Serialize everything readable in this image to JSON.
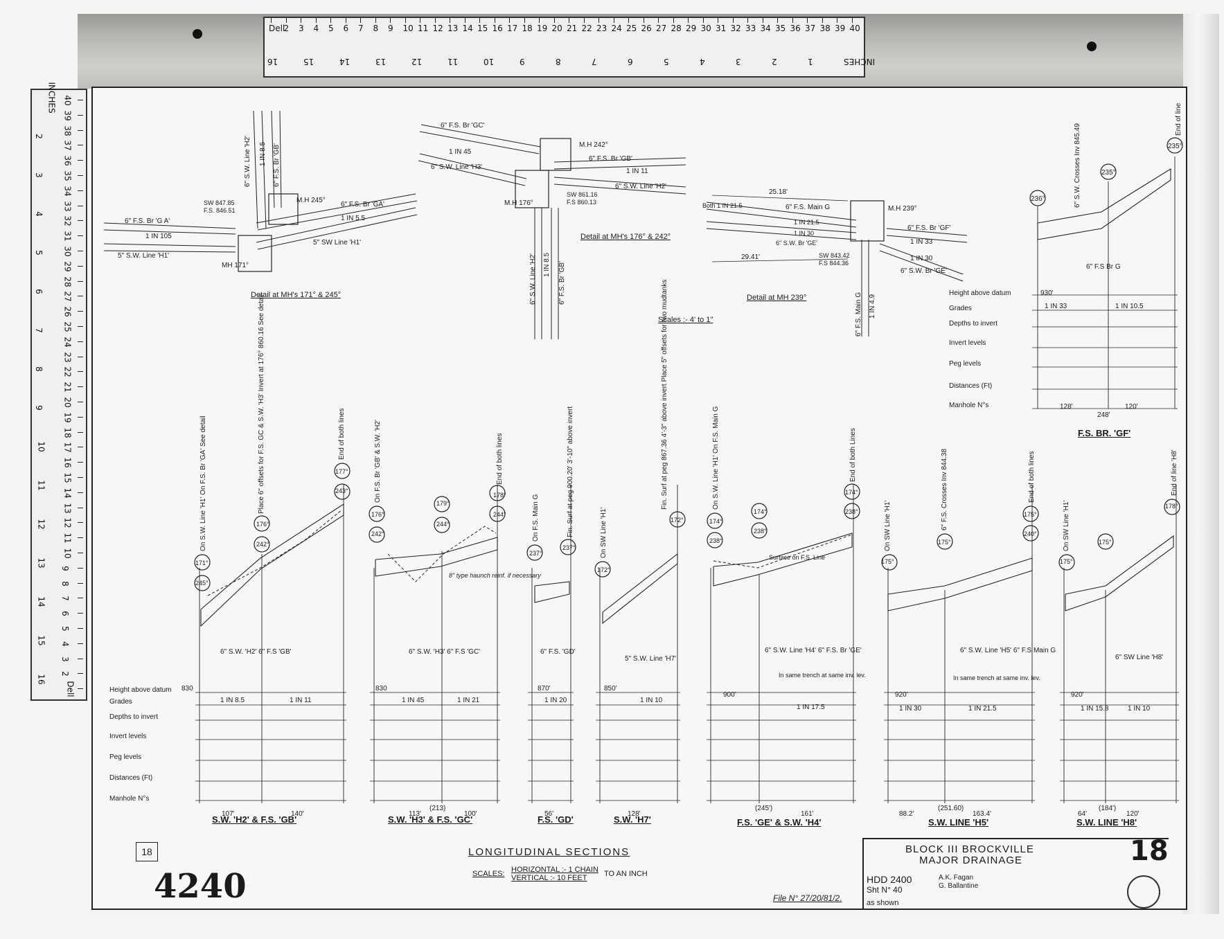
{
  "ruler_top": {
    "upper_ticks": [
      "Dell",
      "2",
      "3",
      "4",
      "5",
      "6",
      "7",
      "8",
      "9",
      "10",
      "11",
      "12",
      "13",
      "14",
      "15",
      "16",
      "17",
      "18",
      "19",
      "20",
      "21",
      "22",
      "23",
      "24",
      "25",
      "26",
      "27",
      "28",
      "29",
      "30",
      "31",
      "32",
      "33",
      "34",
      "35",
      "36",
      "37",
      "38",
      "39",
      "40"
    ],
    "lower_ticks": [
      "16",
      "15",
      "14",
      "13",
      "12",
      "11",
      "10",
      "9",
      "8",
      "7",
      "6",
      "5",
      "4",
      "3",
      "2",
      "1",
      "INCHES"
    ]
  },
  "ruler_left": {
    "cm_ticks": [
      "40",
      "39",
      "38",
      "37",
      "36",
      "35",
      "34",
      "33",
      "32",
      "31",
      "30",
      "29",
      "28",
      "27",
      "26",
      "25",
      "24",
      "23",
      "22",
      "21",
      "20",
      "19",
      "18",
      "17",
      "16",
      "15",
      "14",
      "13",
      "12",
      "11",
      "10",
      "9",
      "8",
      "7",
      "6",
      "5",
      "4",
      "3",
      "2",
      "Dell"
    ],
    "inch_ticks": [
      "INCHES",
      "2",
      "3",
      "4",
      "5",
      "6",
      "7",
      "8",
      "9",
      "10",
      "11",
      "12",
      "13",
      "14",
      "15",
      "16"
    ]
  },
  "details": {
    "d1": {
      "caption": "Detail at MH's 171° & 245°",
      "labels": [
        "6\" F.S. Br 'G A'",
        "1 IN 105",
        "5\" S.W. Line 'H1'",
        "MH 171°",
        "SW 847.85",
        "F.S. 846.51",
        "M.H 245°",
        "6\" F.S. Br 'GA'",
        "1 IN 5.5",
        "5\" SW Line 'H1'"
      ],
      "vlabels": [
        "6\" S.W. Line 'H2'",
        "1 IN 8.5",
        "6\" F.S. Br 'GB'"
      ]
    },
    "d2": {
      "caption": "Detail at MH's 176° & 242°",
      "labels": [
        "6\" F.S. Br 'GC'",
        "1 IN 45",
        "6\" S.W. Line 'H3'",
        "M.H 242°",
        "6\" F.S. Br 'GB'",
        "1 IN 11",
        "6\" S.W. Line 'H2'",
        "SW 861.16",
        "F.S 860.13",
        "M.H 176°"
      ],
      "vlabels": [
        "6\" S.W. Line 'H2'",
        "1 IN 8.5",
        "6\" F.S. Br 'GB'"
      ]
    },
    "d3": {
      "caption": "Detail at MH 239°",
      "labels": [
        "25.18'",
        "Both 1 IN 21.5",
        "6\" F.S. Main G",
        "1 IN 21.5",
        "1 IN 30",
        "6\" S.W. Br 'GE'",
        "M.H 239°",
        "6\" F.S. Br 'GF'",
        "1 IN 33",
        "1 IN 30",
        "6\" S.W. Br 'GE'",
        "SW 843.42",
        "F.S 844.36",
        "29.41'"
      ],
      "vlabels": [
        "6\" F.S. Main G",
        "1 IN 4.9"
      ]
    },
    "scale": "Scales :- 4' to 1\""
  },
  "row_labels": [
    "Height above datum",
    "Grades",
    "Depths to invert",
    "Invert levels",
    "Peg levels",
    "Distances (Ft)",
    "Manhole N°s"
  ],
  "gf_panel": {
    "title": "F.S. BR. 'GF'",
    "datum": "930'",
    "grades": [
      "1 IN 33",
      "1 IN 10.5"
    ],
    "manholes": [
      "236°",
      "235°",
      "235°"
    ],
    "notes": [
      "6\" S.W. Crosses Inv 845.49",
      "End of line",
      "6\" F.S Br G"
    ],
    "distances": [
      "128'",
      "120'",
      "248'"
    ]
  },
  "sections": [
    {
      "title": "S.W. 'H2' & F.S. 'GB'",
      "datum": "830",
      "grades": [
        "1 IN 8.5",
        "1 IN 11"
      ],
      "pipe_label": "6\" S.W. 'H2' 6\" F.S 'GB'",
      "manholes": [
        "171°",
        "245°",
        "176°",
        "242°",
        "177°",
        "243°"
      ],
      "notes": [
        "On S.W. Line 'H1' On F.S. Br 'GA' See detail",
        "Place 6\" offsets for F.S. GC & S.W. 'H3' Invert at 176° 860.16 See detail",
        "End of both lines"
      ],
      "distances": [
        "107'",
        "140'"
      ]
    },
    {
      "title": "S.W. 'H3' & F.S. 'GC'",
      "datum": "830",
      "grades": [
        "1 IN 45",
        "1 IN 21"
      ],
      "pipe_label": "6\" S.W. 'H3' 6\" F.S 'GC'",
      "manholes": [
        "176°",
        "242°",
        "179°",
        "244°",
        "178°",
        "244°"
      ],
      "notes": [
        "On F.S. Br 'GB' & S.W. 'H2'",
        "End of both lines",
        "8\" type haunch reinf. if necessary"
      ],
      "distances": [
        "113'",
        "100'",
        "(213)"
      ]
    },
    {
      "title": "F.S. 'GD'",
      "datum": "870'",
      "grades": [
        "1 IN 20"
      ],
      "pipe_label": "6\" F.S. 'GD'",
      "manholes": [
        "237°",
        "237°"
      ],
      "notes": [
        "On F.S. Main G",
        "Fin. Surf at peg 900.20' 3'-10\" above invert"
      ],
      "distances": [
        "56'"
      ]
    },
    {
      "title": "S.W. 'H7'",
      "datum": "850'",
      "grades": [
        "1 IN 10"
      ],
      "pipe_label": "5\" S.W. Line 'H7'",
      "manholes": [
        "172°",
        "172°"
      ],
      "notes": [
        "On SW Line 'H1'",
        "Fin. Surf at peg 867.36 4'-3\" above invert Place 5\" offsets for two mudtanks"
      ],
      "distances": [
        "128'"
      ]
    },
    {
      "title": "F.S. 'GE' & S.W. 'H4'",
      "datum": "900'",
      "grades": [
        "1 IN 17.5"
      ],
      "pipe_label": "6\" S.W. Line 'H4' 6\" F.S. Br 'GE'",
      "manholes": [
        "174°",
        "238°",
        "174°",
        "238°",
        "174°",
        "238°"
      ],
      "notes": [
        "On S.W. Line 'H1' On F.S. Main G",
        "End of both Lines",
        "Surface on F.S. Line",
        "In same trench at same inv. lev."
      ],
      "distances": [
        "161'",
        "(245')"
      ]
    },
    {
      "title": "S.W. LINE 'H5'",
      "datum": "920'",
      "grades": [
        "1 IN 30",
        "1 IN 21.5"
      ],
      "pipe_label": "6\" S.W. Line 'H5' 6\" F.S Main G",
      "manholes": [
        "175°",
        "175°",
        "175°",
        "240°"
      ],
      "notes": [
        "On SW Line 'H1'",
        "6\" F.S. Crosses Inv 844.38",
        "End of both lines",
        "In same trench at same inv. lev."
      ],
      "distances": [
        "88.2'",
        "163.4'",
        "(251.60)"
      ]
    },
    {
      "title": "S.W. LINE 'H8'",
      "datum": "920'",
      "grades": [
        "1 IN 15.8",
        "1 IN 10"
      ],
      "pipe_label": "6\" SW Line 'H8'",
      "manholes": [
        "175°",
        "175°",
        "178°"
      ],
      "notes": [
        "On SW Line 'H1'",
        "End of line 'H8'"
      ],
      "distances": [
        "64'",
        "120'",
        "(184')"
      ]
    }
  ],
  "main_title": "LONGITUDINAL SECTIONS",
  "scales_label": "SCALES:",
  "scale_h": "HORIZONTAL :- 1 CHAIN",
  "scale_v": "VERTICAL :- 10 FEET",
  "scale_tail": "TO AN INCH",
  "title_block": {
    "project1": "BLOCK III BROCKVILLE",
    "project2": "MAJOR DRAINAGE",
    "drawing_no": "HDD 2400",
    "sheet": "Sht N° 40",
    "drawn": "A.K. Fagan",
    "traced": "G. Ballantine",
    "scale": "as shown"
  },
  "stamp_box": "18",
  "big_number": "4240",
  "sheet_number": "18",
  "file_no": "File N° 27/20/81/2."
}
